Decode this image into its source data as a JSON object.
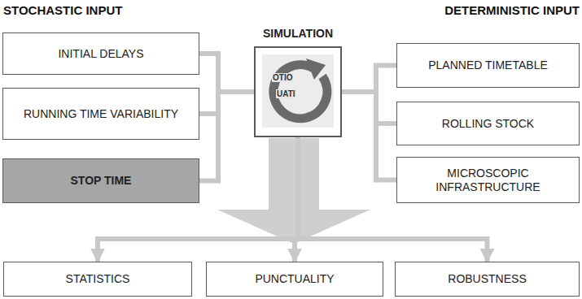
{
  "diagram": {
    "nodes": [
      {
        "text": [
          "INITIAL DELAYS"
        ]
      },
      {
        "text": [
          "RUNNING TIME VARIABILITY"
        ]
      },
      {
        "text": [
          "STOP TIME"
        ]
      },
      {
        "text": [
          "SIMULATION"
        ]
      },
      {
        "text": [
          "PLANNED TIMETABLE"
        ]
      },
      {
        "text": [
          "ROLLING STOCK"
        ]
      },
      {
        "text": [
          "MICROSCOPIC INFRASTRUCTURE"
        ]
      },
      {
        "text": [
          "STATISTICS"
        ]
      },
      {
        "text": [
          "PUNCTUALITY"
        ]
      },
      {
        "text": [
          "ROBUSTNESS"
        ]
      }
    ],
    "edges": [
      {
        "from": 0,
        "to": 3,
        "arrow": "none"
      },
      {
        "from": 1,
        "to": 3,
        "arrow": "none"
      },
      {
        "from": 2,
        "to": 3,
        "arrow": "none"
      },
      {
        "from": 4,
        "to": 3,
        "arrow": "none"
      },
      {
        "from": 5,
        "to": 3,
        "arrow": "none"
      },
      {
        "from": 6,
        "to": 3,
        "arrow": "none"
      },
      {
        "from": 3,
        "to": 7,
        "arrow": "to"
      },
      {
        "from": 3,
        "to": 8,
        "arrow": "to"
      },
      {
        "from": 3,
        "to": 9,
        "arrow": "to"
      }
    ],
    "labels": [
      "STOCHASTIC INPUT",
      "DETERMINISTIC INPUT",
      "OTIO",
      "UATI"
    ]
  }
}
